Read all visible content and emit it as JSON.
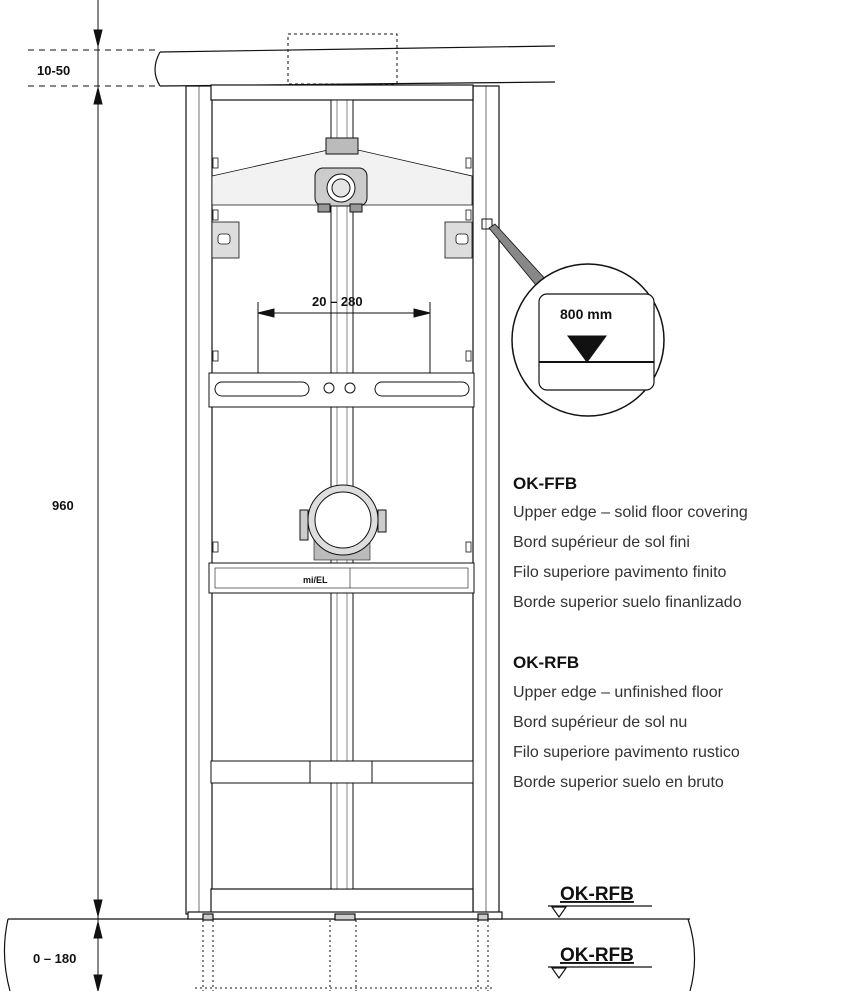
{
  "dimensions": {
    "top_gap": "10-50",
    "height": "960",
    "bracket_span": "20 – 280",
    "floor_gap": "0 – 180"
  },
  "zoom_detail": {
    "label": "800 mm"
  },
  "brand_plate": {
    "text": "mi/EL"
  },
  "legend": {
    "ffb": {
      "heading": "OK-FFB",
      "lines": [
        "Upper edge – solid floor covering",
        "Bord supérieur de sol fini",
        "Filo superiore pavimento finito",
        "Borde superior suelo finanlizado"
      ]
    },
    "rfb": {
      "heading": "OK-RFB",
      "lines": [
        "Upper edge – unfinished floor",
        "Bord supérieur de sol nu",
        "Filo superiore pavimento rustico",
        "Borde superior suelo en bruto"
      ]
    }
  },
  "floor_markers": {
    "upper": "OK-RFB",
    "lower": "OK-RFB"
  }
}
